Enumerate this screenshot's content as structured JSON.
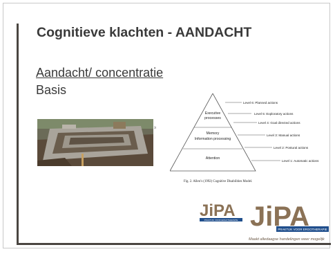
{
  "slide": {
    "title": "Cognitieve klachten - AANDACHT",
    "subtitle": "Aandacht/ concentratie",
    "body_text": "Basis"
  },
  "photo": {
    "description_icon": "foundation-photo"
  },
  "diagram": {
    "tiers": {
      "top": [
        "Executive",
        "processes"
      ],
      "middle": [
        "Memory",
        "Information processing"
      ],
      "bottom": "Attention"
    },
    "levels": [
      "Level 6: Planned actions",
      "Level 5: Exploratory  actions",
      "Level 4: Goal directed actions",
      "Level 3: Manual actions",
      "Level 2: Postural actions",
      "Level 1: Automatic actions"
    ],
    "caption": "Fig. 2.  Allen’s (1992) Cognitive Disabilities Model."
  },
  "logos": {
    "small": {
      "text": "JiPA",
      "sub": "PRAKTIJK VOOR ERGOTHERAPIE"
    },
    "large": {
      "text": "JiPA",
      "sub": "PRAKTIJK VOOR ERGOTHERAPIE",
      "tagline": "Maakt alledaagse handelingen weer mogelijk"
    }
  },
  "colors": {
    "title_text": "#3a3a3a",
    "accent_bar": "#4a4541",
    "logo_brown": "#8b7256",
    "logo_blue": "#1f4e8c"
  }
}
